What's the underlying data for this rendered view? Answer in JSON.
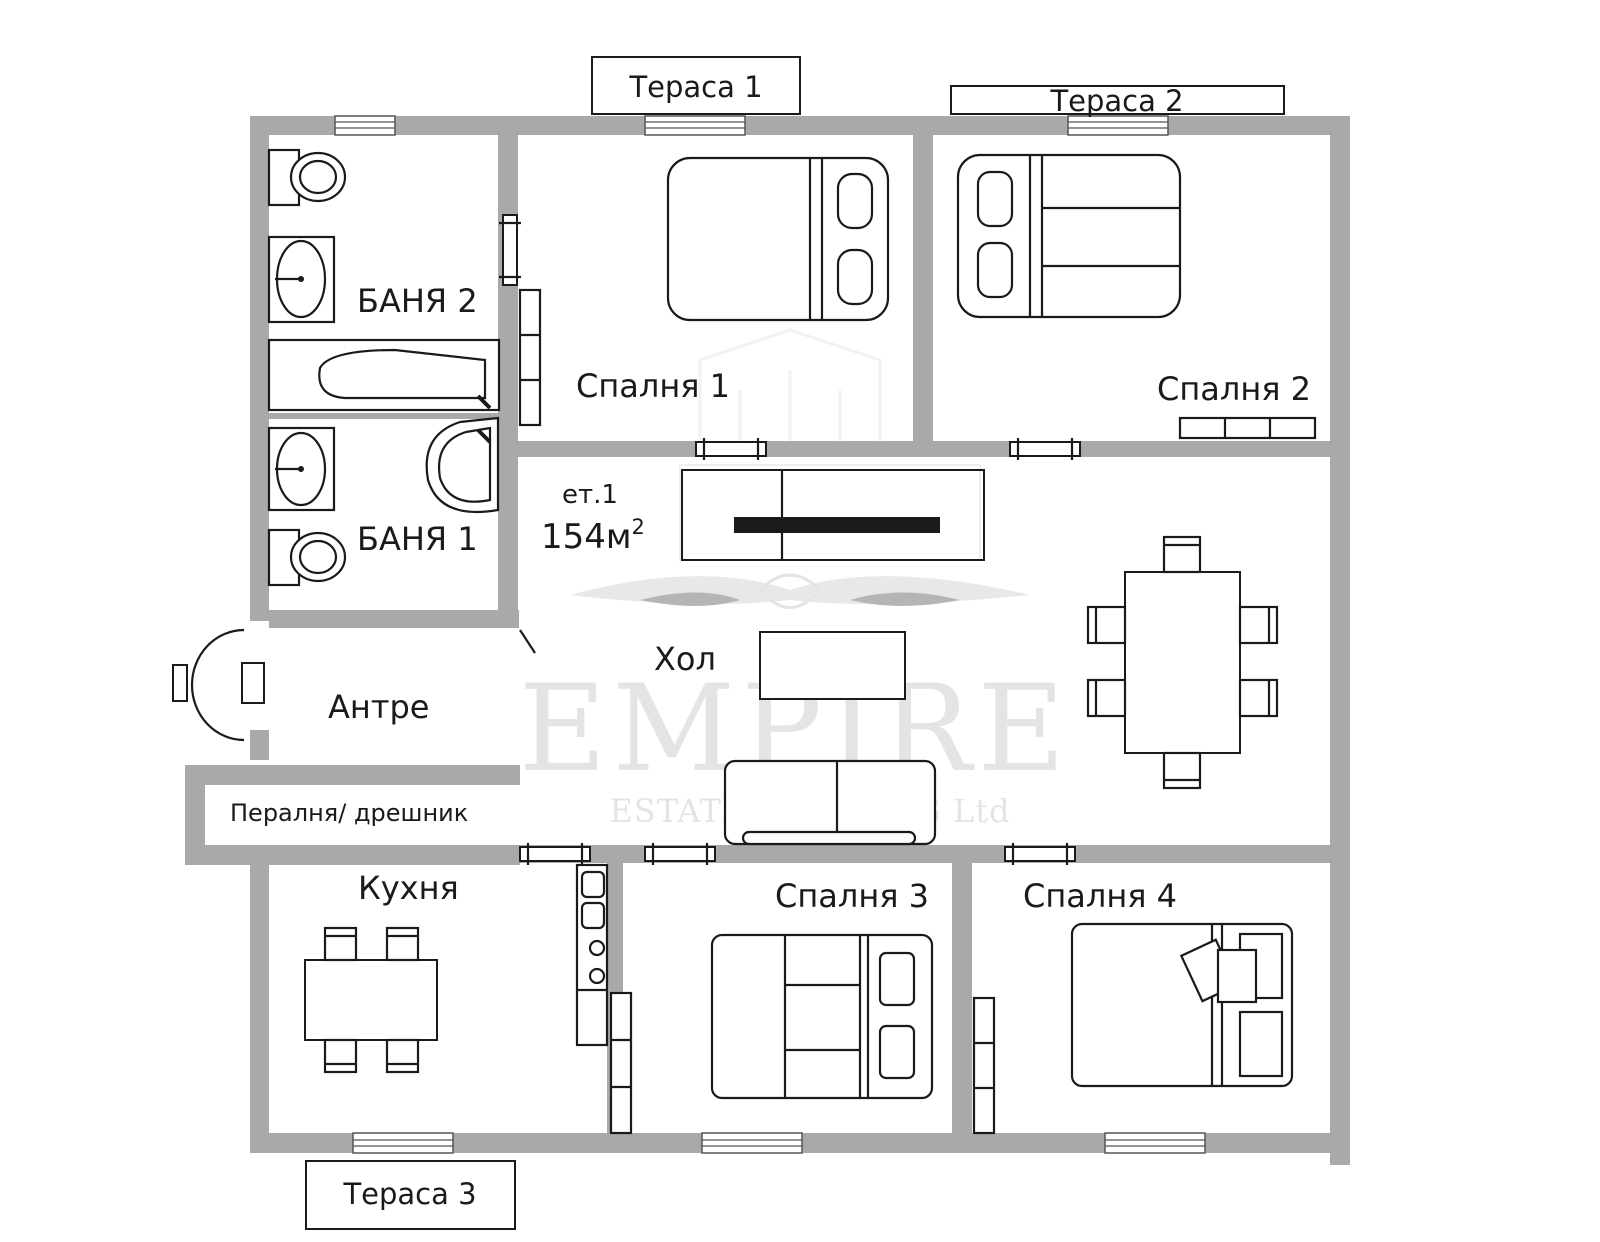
{
  "floor": {
    "level": "ет.1",
    "area_value": "154м",
    "area_sup": "2"
  },
  "terraces": {
    "t1": "Тераса 1",
    "t2": "Тераса 2",
    "t3": "Тераса 3"
  },
  "rooms": {
    "bath2": "БАНЯ 2",
    "bath1": "БАНЯ 1",
    "bedroom1": "Спалня 1",
    "bedroom2": "Спалня 2",
    "bedroom3": "Спалня 3",
    "bedroom4": "Спалня 4",
    "hall": "Хол",
    "entrance": "Антре",
    "laundry": "Пералня/ дрешник",
    "kitchen": "Кухня"
  },
  "watermark": {
    "brand": "EMPIRE",
    "sub": "ESTATE BUILDING Ltd"
  },
  "colors": {
    "wall": "#a9a9ab",
    "line": "#1a1a1a",
    "watermark": "#e4e4e4"
  }
}
